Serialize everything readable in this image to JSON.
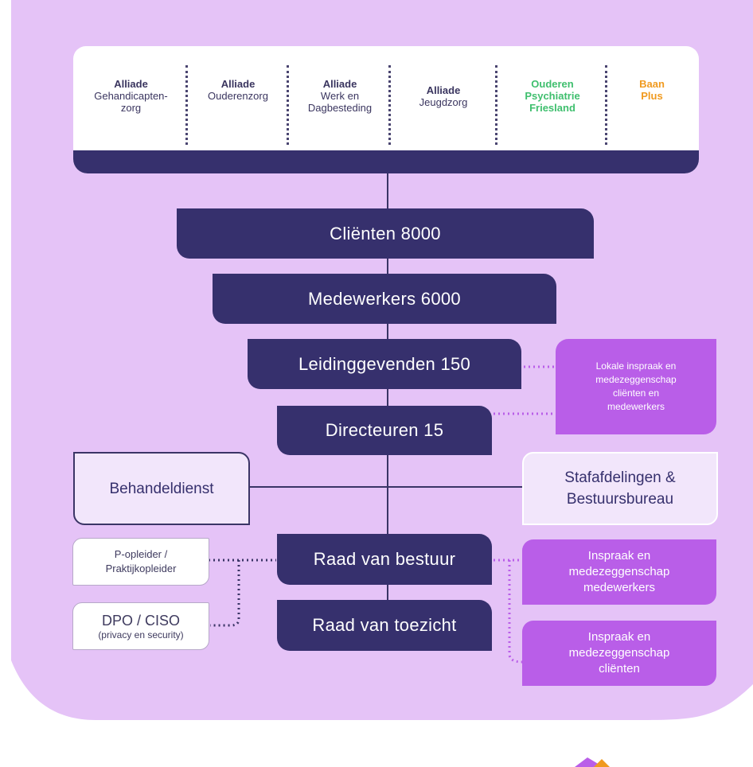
{
  "organizations": [
    {
      "name": "Alliade",
      "sub": "Gehandicapten-\nzorg",
      "color": "dark"
    },
    {
      "name": "Alliade",
      "sub": "Ouderenzorg",
      "color": "dark"
    },
    {
      "name": "Alliade",
      "sub": "Werk en\nDagbesteding",
      "color": "dark"
    },
    {
      "name": "Alliade",
      "sub": "Jeugdzorg",
      "color": "dark"
    },
    {
      "name": "Ouderen\nPsychiatrie\nFriesland",
      "sub": "",
      "color": "green"
    },
    {
      "name": "Baan\nPlus",
      "sub": "",
      "color": "orange"
    }
  ],
  "hierarchy": {
    "clienten": "Cliënten 8000",
    "medewerkers": "Medewerkers 6000",
    "leidinggevenden": "Leidinggevenden 150",
    "directeuren": "Directeuren 15",
    "raad_bestuur": "Raad van bestuur",
    "raad_toezicht": "Raad van toezicht"
  },
  "side": {
    "behandeldienst": "Behandeldienst",
    "stafafdelingen": "Stafafdelingen &\nBestuursbureau",
    "p_opleider": "P-opleider /\nPraktijkopleider",
    "dpo_title": "DPO / CISO",
    "dpo_sub": "(privacy en security)",
    "lokale_inspraak": "Lokale inspraak en\nmedezeggenschap\ncliënten en\nmedewerkers",
    "inspraak_medewerkers": "Inspraak en\nmedezeggenschap\nmedewerkers",
    "inspraak_clienten": "Inspraak en\nmedezeggenschap\ncliënten"
  },
  "colors": {
    "navy": "#36306d",
    "lavender": "#e5c3f7",
    "purple": "#b95ee8",
    "green": "#3fbf6e",
    "orange": "#f09a1f"
  }
}
